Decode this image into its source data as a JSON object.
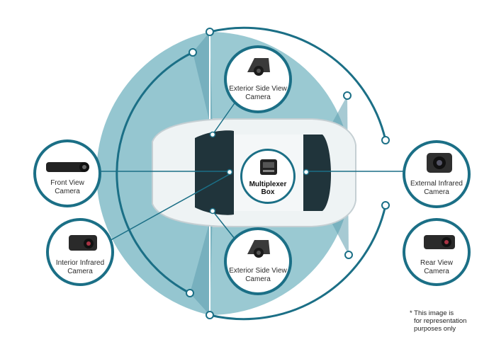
{
  "colors": {
    "accent": "#1b6f86",
    "coverage_fill": "#8fc3cd",
    "coverage_fill_dark": "#5f9fae"
  },
  "cameras": {
    "exterior_side_top": [
      "Exterior Side View",
      "Camera"
    ],
    "exterior_side_bottom": [
      "Exterior Side View",
      "Camera"
    ],
    "front_view": [
      "Front View",
      "Camera"
    ],
    "interior_infrared": [
      "Interior Infrared",
      "Camera"
    ],
    "external_infrared": [
      "External Infrared",
      "Camera"
    ],
    "rear_view": [
      "Rear View",
      "Camera"
    ]
  },
  "multiplexer": [
    "Multiplexer",
    "Box"
  ],
  "note": [
    "* This image is",
    "for representation",
    "purposes only"
  ],
  "icons": [
    "side-camera-icon",
    "dashcam-icon",
    "infrared-camera-icon",
    "rear-camera-icon",
    "multiplexer-box-icon",
    "car-top-view-icon"
  ]
}
